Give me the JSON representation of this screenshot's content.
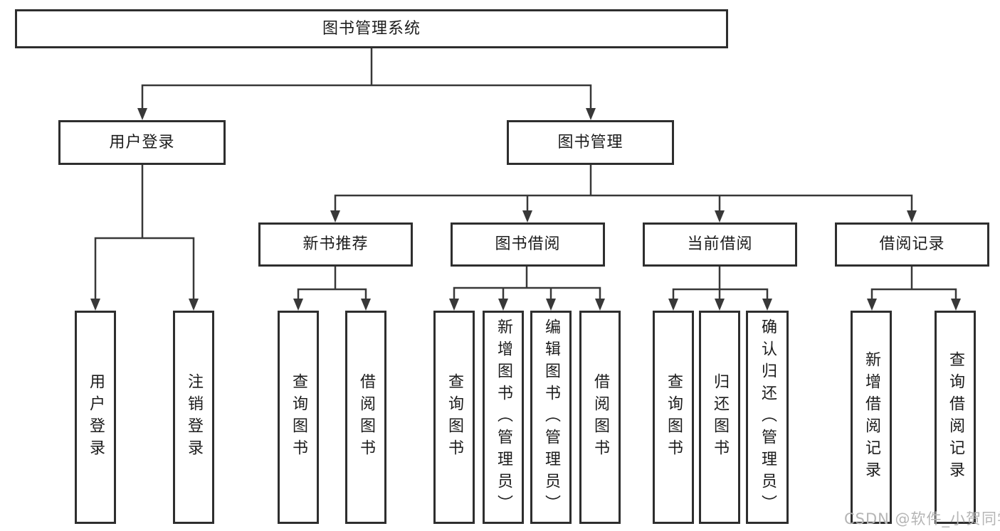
{
  "title": {
    "label": "图书管理系统"
  },
  "nodes": {
    "user_login": {
      "label": "用户登录"
    },
    "book_mgmt": {
      "label": "图书管理"
    },
    "new_rec": {
      "label": "新书推荐"
    },
    "borrow": {
      "label": "图书借阅"
    },
    "current": {
      "label": "当前借阅"
    },
    "records": {
      "label": "借阅记录"
    }
  },
  "leaves": [
    {
      "label": "用户登录"
    },
    {
      "label": "注销登录"
    },
    {
      "label": "查询图书"
    },
    {
      "label": "借阅图书"
    },
    {
      "label": "查询图书"
    },
    {
      "label": "新增图书（管理员）"
    },
    {
      "label": "编辑图书（管理员）"
    },
    {
      "label": "借阅图书"
    },
    {
      "label": "查询图书"
    },
    {
      "label": "归还图书"
    },
    {
      "label": "确认归还（管理员）"
    },
    {
      "label": "新增借阅记录"
    },
    {
      "label": "查询借阅记录"
    }
  ],
  "watermark": {
    "text": "CSDN @软件_小贺同学"
  },
  "colors": {
    "line": "#383838",
    "box_border": "#2e2e2e",
    "text": "#1c1c1c",
    "watermark": "#b5b5b5",
    "background": "#ffffff"
  }
}
